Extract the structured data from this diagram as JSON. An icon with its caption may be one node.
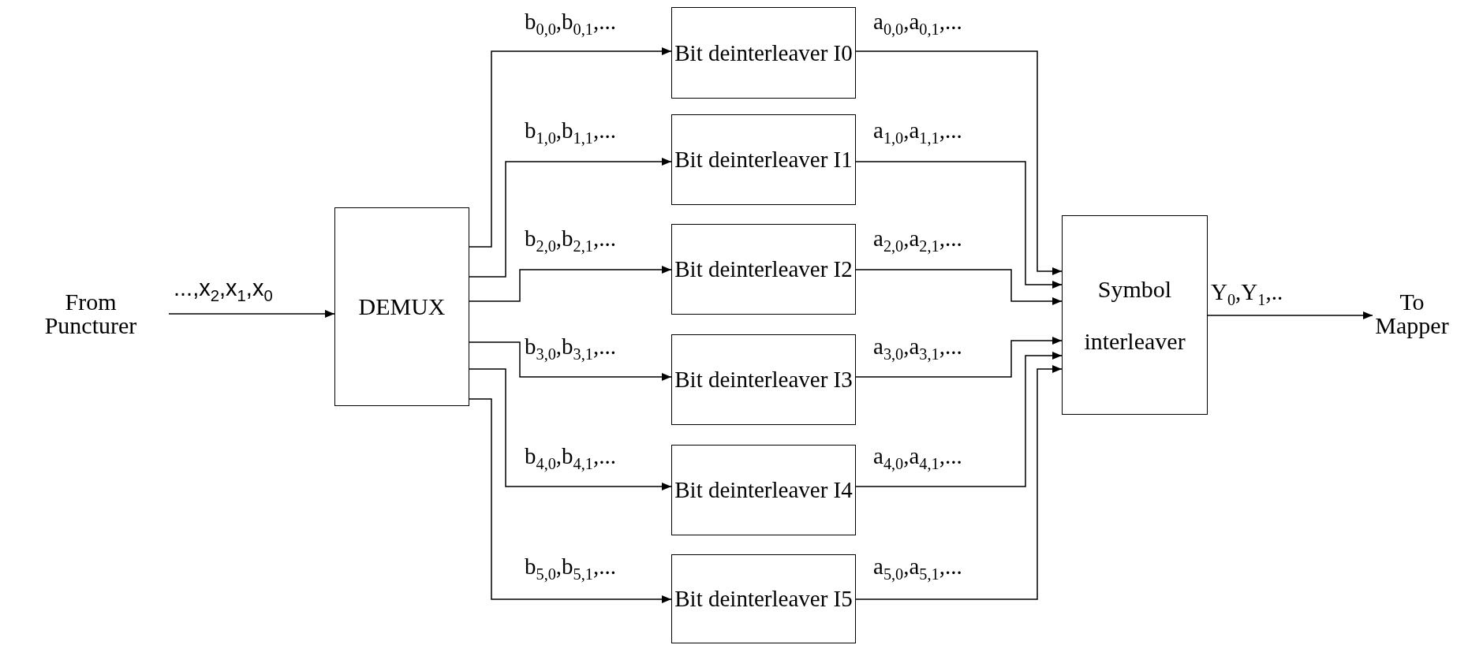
{
  "diagram": {
    "nodes": [
      {
        "text": [
          "From Puncturer"
        ]
      },
      {
        "text": [
          "DEMUX"
        ]
      },
      {
        "text": [
          "Bit deinterleaver I0"
        ]
      },
      {
        "text": [
          "Bit deinterleaver I1"
        ]
      },
      {
        "text": [
          "Bit deinterleaver I2"
        ]
      },
      {
        "text": [
          "Bit deinterleaver I3"
        ]
      },
      {
        "text": [
          "Bit deinterleaver I4"
        ]
      },
      {
        "text": [
          "Bit deinterleaver I5"
        ]
      },
      {
        "text": [
          "Symbol interleaver"
        ]
      },
      {
        "text": [
          "To Mapper"
        ]
      }
    ],
    "edges": [
      {
        "from": 0,
        "to": 1,
        "arrow": "to",
        "label": "...,x$_{2}$,x$_{1}$,x$_{0}$"
      },
      {
        "from": 1,
        "to": 2,
        "arrow": "to",
        "label": "b$_{0,0}$,b$_{0,1}$,..."
      },
      {
        "from": 1,
        "to": 3,
        "arrow": "to",
        "label": "b$_{1,0}$,b$_{1,1}$,..."
      },
      {
        "from": 1,
        "to": 4,
        "arrow": "to",
        "label": "b$_{2,0}$,b$_{2,1}$,..."
      },
      {
        "from": 1,
        "to": 5,
        "arrow": "to",
        "label": "b$_{3,0}$,b$_{3,1}$,..."
      },
      {
        "from": 1,
        "to": 6,
        "arrow": "to",
        "label": "b$_{4,0}$,b$_{4,1}$,..."
      },
      {
        "from": 1,
        "to": 7,
        "arrow": "to",
        "label": "b$_{5,0}$,b$_{5,1}$,..."
      },
      {
        "from": 2,
        "to": 8,
        "arrow": "to",
        "label": "a$_{0,0}$,a$_{0,1}$,..."
      },
      {
        "from": 3,
        "to": 8,
        "arrow": "to",
        "label": "a$_{1,0}$,a$_{1,1}$,..."
      },
      {
        "from": 4,
        "to": 8,
        "arrow": "to",
        "label": "a$_{2,0}$,a$_{2,1}$,..."
      },
      {
        "from": 5,
        "to": 8,
        "arrow": "to",
        "label": "a$_{3,0}$,a$_{3,1}$,..."
      },
      {
        "from": 6,
        "to": 8,
        "arrow": "to",
        "label": "a$_{4,0}$,a$_{4,1}$,..."
      },
      {
        "from": 7,
        "to": 8,
        "arrow": "to",
        "label": "a$_{5,0}$,a$_{5,1}$,..."
      },
      {
        "from": 8,
        "to": 9,
        "arrow": "to",
        "label": "Y$_{0}$,Y$_{1}$,.."
      }
    ]
  }
}
